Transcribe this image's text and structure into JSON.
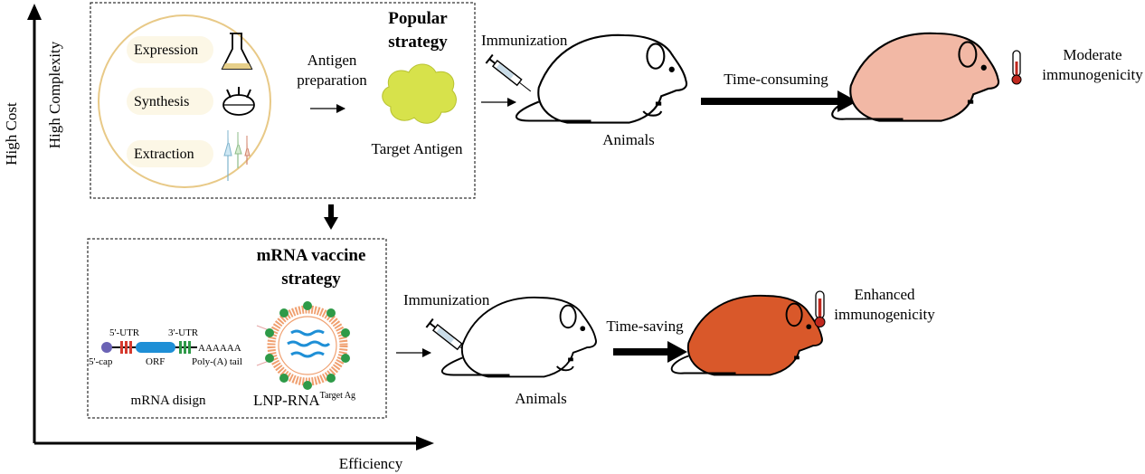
{
  "axes": {
    "y_outer": "High Cost",
    "y_inner": "High Complexity",
    "x": "Efficiency"
  },
  "popular": {
    "methods": [
      "Expression",
      "Synthesis",
      "Extraction"
    ],
    "antigen_prep_line1": "Antigen",
    "antigen_prep_line2": "preparation",
    "title_line1": "Popular",
    "title_line2": "strategy",
    "target_antigen": "Target Antigen",
    "immunization": "Immunization",
    "animals": "Animals",
    "time_label": "Time-consuming",
    "result_line1": "Moderate",
    "result_line2": "immunogenicity"
  },
  "mrna": {
    "title_line1": "mRNA vaccine",
    "title_line2": "strategy",
    "utr5": "5'-UTR",
    "utr3": "3'-UTR",
    "cap": "5'-cap",
    "orf": "ORF",
    "tail_seq": "AAAAAA",
    "tail_label": "Poly-(A) tail",
    "design_label": "mRNA disign",
    "lnp_label": "LNP-RNA",
    "lnp_sup": "Target Ag",
    "immunization": "Immunization",
    "animals": "Animals",
    "time_label": "Time-saving",
    "result_line1": "Enhanced",
    "result_line2": "immunogenicity"
  },
  "colors": {
    "circle_border": "#e8c987",
    "label_bg": "#fcf7e6",
    "antigen_blob": "#d7e24b",
    "mouse_moderate": "#f2b8a5",
    "mouse_enhanced": "#d9582a",
    "cap": "#6b63b5",
    "orf": "#1e8fd6",
    "utr5": "#d63a2e",
    "utr3": "#2e9a48",
    "lnp_ring": "#f0a070",
    "lnp_protein": "#2e9a48",
    "thermo": "#c0281e"
  }
}
